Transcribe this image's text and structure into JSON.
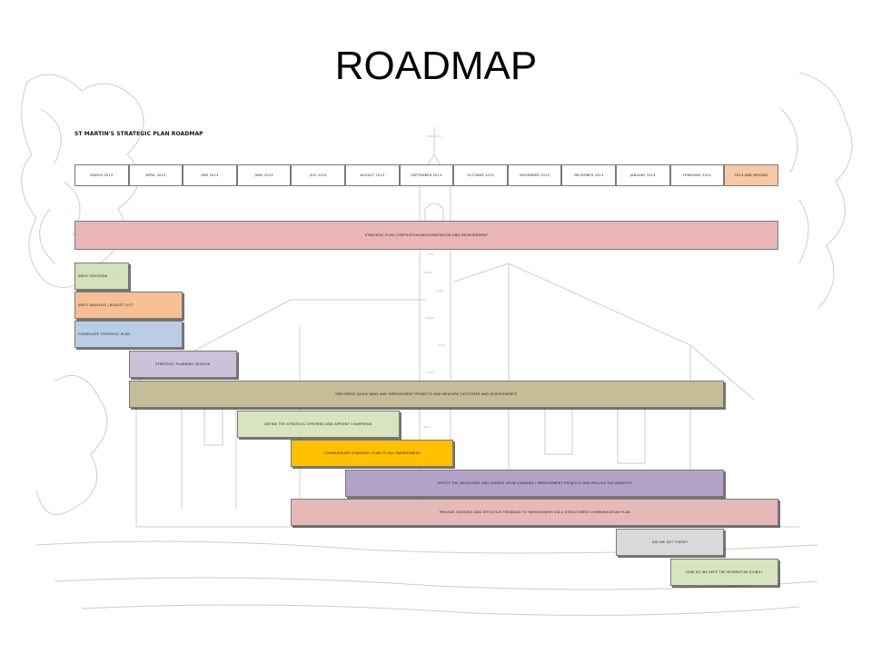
{
  "title": "ROADMAP",
  "subtitle": "ST MARTIN'S STRATEGIC PLAN ROADMAP",
  "months": [
    "MARCH 2013",
    "APRIL 2013",
    "MAY 2013",
    "JUNE 2013",
    "JULY 2013",
    "AUGUST 2013",
    "SEPTEMBER 2013",
    "OCTOBER 2013",
    "NOVEMBER 2013",
    "DECEMBER 2013",
    "JANUARY 2014",
    "FEBRUARY 2014",
    "2014 AND BEYOND"
  ],
  "highlight_month_color": "#f8c7a4",
  "tasks": [
    {
      "label": "STRATEGIC PLAN COMPILATION,IMPLEMENTATION AND MEASUREMENT",
      "start": 0,
      "end": 13,
      "color": "#e8b6b6"
    },
    {
      "label": "SWOC SESSIONS",
      "start": 0,
      "end": 1,
      "color": "#d3e0bb"
    },
    {
      "label": "SWOT ANALYSIS / BUDGET LIST",
      "start": 0,
      "end": 2,
      "color": "#f7bf93"
    },
    {
      "label": "FORMULATE STRATEGIC PLAN",
      "start": 0,
      "end": 2,
      "color": "#b9cde5"
    },
    {
      "label": "STRATEGIC PLANNING SESSION",
      "start": 1,
      "end": 3,
      "color": "#ccc1da"
    },
    {
      "label": "IMPLEMENT QUICK WINS AND IMPROVEMENT PROJECTS AND MEASURE OUTCOMES AND ACHIEVEMENTS",
      "start": 1,
      "end": 12,
      "color": "#c4bd97"
    },
    {
      "label": "DEFINE THE STRATEGIC OFFERING AND APPOINT CHAMPIONS",
      "start": 3,
      "end": 6,
      "color": "#d7e4bd"
    },
    {
      "label": "COMMUNICATE STRATEGIC PLAN TO ALL PARISHONERS",
      "start": 4,
      "end": 7,
      "color": "#ffc000"
    },
    {
      "label": "EFFECT THE NECESSARY AND AGREED UPON CHANGES / IMPROVEMENT PROJECTS AND REALISE THE BENEFITS",
      "start": 5,
      "end": 12,
      "color": "#b2a2c7"
    },
    {
      "label": "PROVIDE ONGOING AND EFFECTIVE FEEDBACK TO PARISHONERS VIA A STRUCTURED COMMUNICATION PLAN",
      "start": 4,
      "end": 13,
      "color": "#e6b9b8"
    },
    {
      "label": "DID WE GET THERE?",
      "start": 10,
      "end": 12,
      "color": "#d9d9d9"
    },
    {
      "label": "HOW DO WE KEEP THE MOMENTUM GOING?",
      "start": 11,
      "end": 13,
      "color": "#d7e4bd"
    }
  ]
}
